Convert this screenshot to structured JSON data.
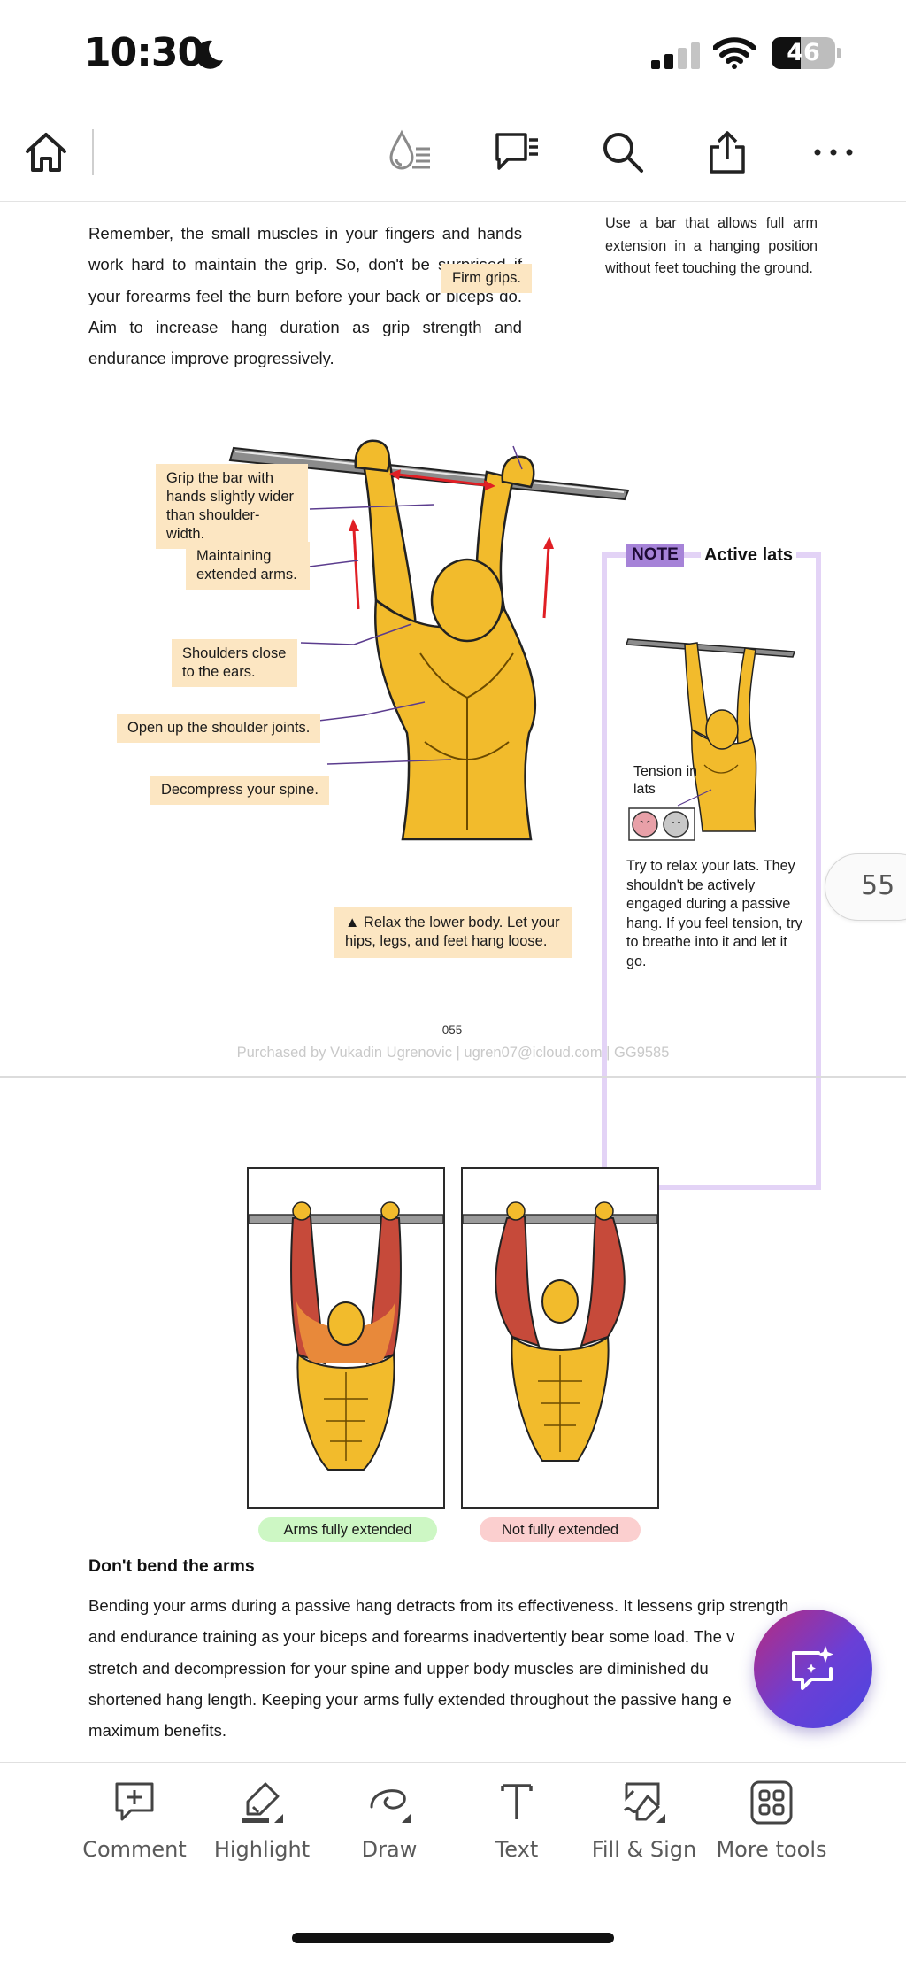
{
  "status_bar": {
    "time": "10:30",
    "battery_percent": "46",
    "battery_level": 0.46
  },
  "toolbar": {
    "home_icon": "home-icon",
    "icons": [
      "liquid-mode-icon",
      "comments-list-icon",
      "search-icon",
      "share-icon",
      "more-icon"
    ]
  },
  "page1": {
    "intro_text": "Remember, the small muscles in your fingers and hands work hard to maintain the grip. So, don't be surprised if your forearms feel the burn before your back or biceps do. Aim to increase hang duration as grip strength and endurance improve progressively.",
    "side_note": "Use a bar that allows full arm extension in a hanging position without feet touching the ground.",
    "callouts": {
      "firm_grips": "Firm grips.",
      "grip_wider": "Grip the bar with hands slightly wider than shoulder-width.",
      "extended_arms": "Maintaining extended arms.",
      "shoulders": "Shoulders close to the ears.",
      "open_shoulder": "Open up the shoulder joints.",
      "decompress": "Decompress your spine."
    },
    "relax_note": "Relax the lower body. Let your hips, legs, and feet hang loose.",
    "note": {
      "tag": "NOTE",
      "title": "Active lats",
      "figure_label": "Tension in lats",
      "text": "Try to relax your lats. They shouldn't be actively engaged during a passive hang. If you feel tension, try to breathe into it and let it go."
    },
    "page_number": "055",
    "purchased_line": "Purchased by Vukadin Ugrenovic | ugren07@icloud.com | GG9585"
  },
  "page_indicator": "55",
  "page2": {
    "panel_labels": [
      "Arms fully extended",
      "Not fully extended"
    ],
    "heading": "Don't bend the arms",
    "body": "Bending your arms during a passive hang detracts from its effectiveness. It lessens grip strength and endurance training as your biceps and forearms inadvertently bear some load. The v stretch and decompression for your spine and upper body muscles are diminished du shortened hang length. Keeping your arms fully extended throughout the passive hang e maximum benefits.",
    "body_lines": [
      "Bending your arms during a passive hang detracts from its effectiveness. It lessens grip strength",
      "and endurance training as your biceps and forearms inadvertently bear some load. The v",
      "stretch and decompression for your spine and upper body muscles are diminished du",
      "shortened hang length. Keeping your arms fully extended throughout the passive hang e",
      "maximum benefits."
    ]
  },
  "fab": {
    "icon": "ai-assistant-icon"
  },
  "bottom_tools": [
    {
      "label": "Comment",
      "icon": "comment-add-icon"
    },
    {
      "label": "Highlight",
      "icon": "highlighter-icon"
    },
    {
      "label": "Draw",
      "icon": "draw-icon"
    },
    {
      "label": "Text",
      "icon": "text-icon"
    },
    {
      "label": "Fill & Sign",
      "icon": "fill-sign-icon"
    },
    {
      "label": "More tools",
      "icon": "more-tools-icon"
    }
  ],
  "colors": {
    "callout_bg": "#fce6c2",
    "note_border": "#e3d3f6",
    "note_tag": "#a683d8",
    "figure_skin": "#f2bb2c",
    "arrow_red": "#e01f25",
    "pill_green": "#cdf7c4",
    "pill_red": "#fbcfcf"
  }
}
